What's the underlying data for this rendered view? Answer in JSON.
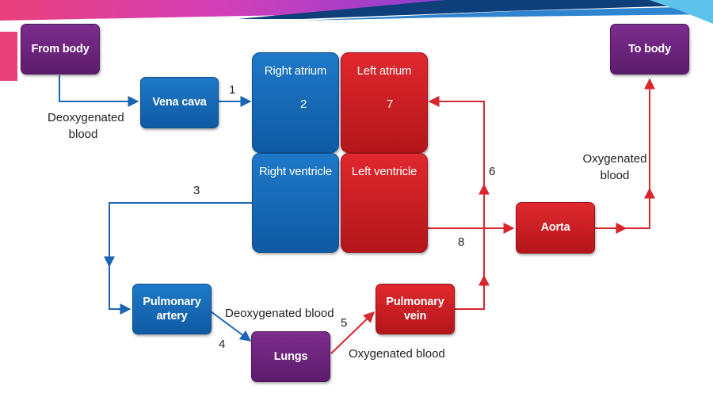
{
  "nodes": {
    "from_body": "From body",
    "to_body": "To body",
    "vena_cava": "Vena cava",
    "right_atrium": "Right atrium",
    "left_atrium": "Left atrium",
    "right_ventricle": "Right ventricle",
    "left_ventricle": "Left ventricle",
    "aorta": "Aorta",
    "pulmonary_artery_line1": "Pulmonary",
    "pulmonary_artery_line2": "artery",
    "pulmonary_vein_line1": "Pulmonary",
    "pulmonary_vein_line2": "vein",
    "lungs": "Lungs"
  },
  "labels": {
    "deoxygenated_blood_left_line1": "Deoxygenated",
    "deoxygenated_blood_left_line2": "blood",
    "oxygenated_blood_right_line1": "Oxygenated",
    "oxygenated_blood_right_line2": "blood",
    "deoxygenated_blood_bottom": "Deoxygenated blood",
    "oxygenated_blood_bottom": "Oxygenated blood"
  },
  "steps": [
    "1",
    "2",
    "3",
    "4",
    "5",
    "6",
    "7",
    "8"
  ],
  "colors": {
    "deoxygenated": "#1a64b4",
    "oxygenated": "#d9262c",
    "lungs_body": "#6a2479",
    "banner_pink": "#e43d8c",
    "banner_blue": "#1b5ea6"
  }
}
